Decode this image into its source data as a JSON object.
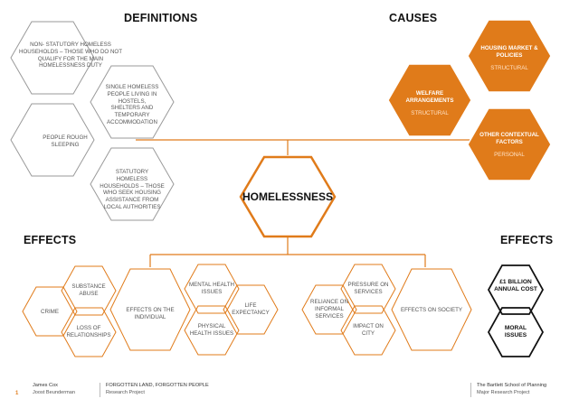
{
  "headers": {
    "definitions": "DEFINITIONS",
    "causes": "CAUSES",
    "effects_left": "EFFECTS",
    "effects_right": "EFFECTS"
  },
  "center": {
    "title": "HOMELESSNESS"
  },
  "definitions": {
    "non_statutory": "NON- STATUTORY HOMELESS HOUSEHOLDS – THOSE WHO DO NOT QUALIFY FOR THE MAIN HOMELESSNESS DUTY",
    "single_homeless": "SINGLE HOMELESS PEOPLE LIVING IN HOSTELS, SHELTERS AND TEMPORARY ACCOMMODATION",
    "rough_sleeping": "PEOPLE ROUGH SLEEPING",
    "statutory": "STATUTORY HOMELESS HOUSEHOLDS – THOSE WHO SEEK HOUSING ASSISTANCE FROM LOCAL AUTHORITIES"
  },
  "causes": {
    "housing_market": {
      "title": "HOUSING MARKET & POLICIES",
      "sub": "STRUCTURAL"
    },
    "welfare": {
      "title": "WELFARE ARRANGEMENTS",
      "sub": "STRUCTURAL"
    },
    "contextual": {
      "title": "OTHER CONTEXTUAL FACTORS",
      "sub": "PERSONAL"
    }
  },
  "effects_individual": {
    "crime": "CRIME",
    "substance_abuse": "SUBSTANCE ABUSE",
    "loss_relationships": "LOSS OF RELATIONSHIPS",
    "individual": "EFFECTS ON THE INDIVIDUAL",
    "mental_health": "MENTAL HEALTH ISSUES",
    "physical_health": "PHYSICAL HEALTH ISSUES",
    "life_expectancy": "LIFE EXPECTANCY"
  },
  "effects_society": {
    "reliance": "RELIANCE ON INFORMAL SERVICES",
    "pressure": "PRESSURE ON SERVICES",
    "impact_city": "IMPACT ON CITY",
    "society": "EFFECTS ON SOCIETY",
    "billion_cost": "£1 BILLION ANNUAL COST",
    "moral": "MORAL ISSUES"
  },
  "footer": {
    "page": "1",
    "author1": "James Cox",
    "author2": "Joost Beunderman",
    "project_title": "FORGOTTEN LAND, FORGOTTEN PEOPLE",
    "project_type": "Research Project",
    "school": "The Bartlett School of Planning",
    "project_kind": "Major Research Project"
  },
  "colors": {
    "accent": "#e07b1a",
    "grey_line": "#9a9a9a",
    "text": "#111111"
  }
}
